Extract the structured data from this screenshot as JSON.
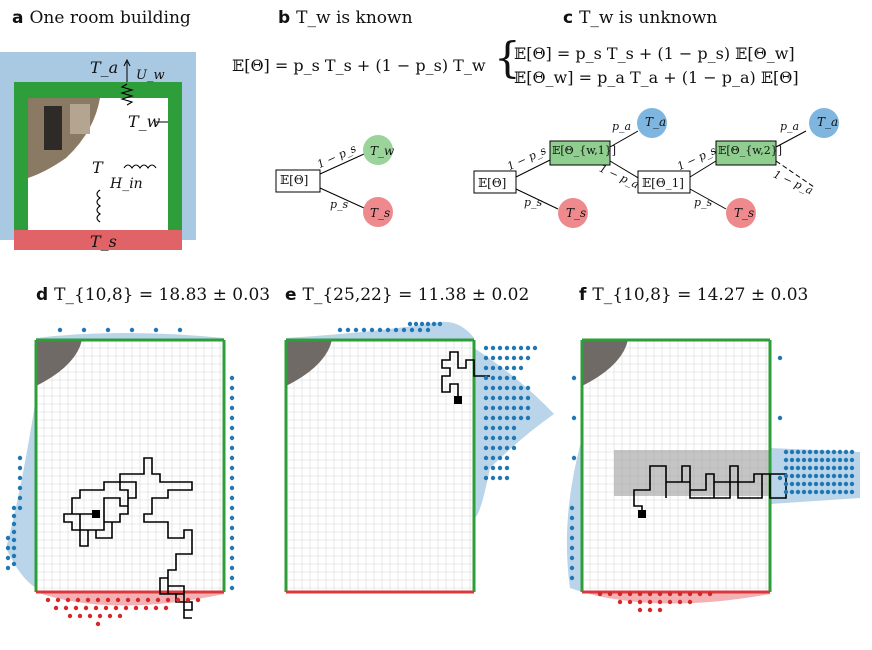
{
  "panel_a": {
    "letter": "a",
    "title": "One room building",
    "labels": {
      "Ta": "T_a",
      "Uw": "U_w",
      "Tw": "T_w",
      "T": "T",
      "Hin": "H_in",
      "Ts": "T_s"
    },
    "colors": {
      "outside": "#a9c9e3",
      "wall": "#2e9e3a",
      "ground": "#e06467",
      "room": "#ffffff"
    }
  },
  "panel_b": {
    "letter": "b",
    "title": "T_w is known",
    "equation": "𝔼[Θ] = p_s T_s + (1 − p_s) T_w",
    "nodes": {
      "start": "𝔼[Θ]",
      "tw": "T_w",
      "ts": "T_s"
    },
    "edges": {
      "to_tw": "1 − p_s",
      "to_ts": "p_s"
    }
  },
  "panel_c": {
    "letter": "c",
    "title": "T_w is unknown",
    "equation_1": "𝔼[Θ]   = p_s T_s + (1 − p_s) 𝔼[Θ_w]",
    "equation_2": "𝔼[Θ_w] = p_a T_a + (1 − p_a) 𝔼[Θ]",
    "nodes": {
      "start": "𝔼[Θ]",
      "w1": "𝔼[Θ_{w,1}]",
      "t1": "𝔼[Θ_1]",
      "w2": "𝔼[Θ_{w,2}]",
      "ta": "T_a",
      "ts": "T_s"
    },
    "edges": {
      "one_minus_ps": "1 − p_s",
      "ps": "p_s",
      "pa": "p_a",
      "one_minus_pa": "1 − p_a"
    }
  },
  "panel_d": {
    "letter": "d",
    "title": "T_{10,8} = 18.83 ± 0.03"
  },
  "panel_e": {
    "letter": "e",
    "title": "T_{25,22} = 11.38 ± 0.02"
  },
  "panel_f": {
    "letter": "f",
    "title": "T_{10,8} = 14.27 ± 0.03"
  },
  "colors": {
    "green_node": "#9bd49b",
    "red_node": "#ee8a8e",
    "blue_node": "#7fb6e0",
    "green_box": "#8fce8f",
    "wall_green": "#2e9e3a",
    "ground_red": "#d9383d",
    "dot_blue": "#1f77b4",
    "dot_red": "#d62728",
    "kde_blue": "#a9c9e3",
    "kde_red": "#f2a9ac"
  }
}
